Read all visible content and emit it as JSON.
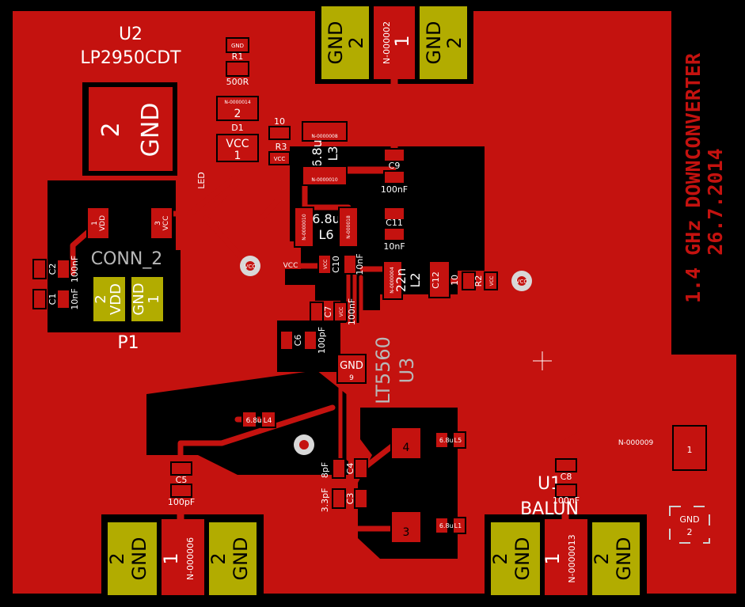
{
  "board": {
    "title_line1": "1.4 GHz DOWNCONVERTER",
    "title_line2": "26.7.2014"
  },
  "colors": {
    "background": "#000000",
    "copper": "#c4120f",
    "track": "#c4120f",
    "pad_gold": "#b2ac00",
    "pad_red": "#c4120f",
    "silkscreen": "#ffffff",
    "silk_red": "#c4120f",
    "outline": "#cfcfcf"
  },
  "components": {
    "u2": {
      "ref": "U2",
      "value": "LP2950CDT",
      "pad_num": "2",
      "pad_net": "GND",
      "led": "LED",
      "pin1_net": "VDD",
      "pin1_num": "1",
      "pin3_net": "VCC",
      "pin3_num": "3"
    },
    "r1": {
      "ref": "R1",
      "value": "500R",
      "net_a": "GND"
    },
    "d1": {
      "ref": "D1",
      "pin2": "2",
      "pin2_net": "N-0000014",
      "pin1": "1",
      "pin1_net": "VCC"
    },
    "r3": {
      "ref": "R3",
      "value": "10",
      "net": "VCC"
    },
    "l3": {
      "ref": "L3",
      "value": "6.8u",
      "net_a": "N-0000008",
      "net_b": "N-0000010"
    },
    "l6": {
      "ref": "L6",
      "value": "6.8u",
      "net_a": "N-0000010",
      "net_b": "N-000018"
    },
    "c9": {
      "ref": "C9",
      "value": "100nF"
    },
    "c11": {
      "ref": "C11",
      "value": "10nF"
    },
    "c10": {
      "ref": "C10",
      "value": "10nF",
      "net": "VCC"
    },
    "l2": {
      "ref": "L2",
      "value": "22n",
      "net": "N-0000004"
    },
    "c12": {
      "ref": "C12",
      "value": "10"
    },
    "r2": {
      "ref": "R2",
      "value": "10",
      "net": "VCC"
    },
    "conn2": {
      "ref": "CONN_2",
      "p1": "P1",
      "pin2": "2",
      "pin2_net": "VDD",
      "pin1": "1",
      "pin1_net": "GND"
    },
    "c1": {
      "ref": "C1",
      "value": "10nF"
    },
    "c2": {
      "ref": "C2",
      "value": "100nF"
    },
    "c7": {
      "ref": "C7",
      "value": "100nF"
    },
    "c6": {
      "ref": "C6",
      "value": "100pF"
    },
    "u3": {
      "ref": "U3",
      "value": "LT5560",
      "pad": "GND",
      "pad_num": "9"
    },
    "l4": {
      "ref": "L4",
      "value": "6.8u"
    },
    "c5": {
      "ref": "C5",
      "value": "100pF"
    },
    "c4": {
      "ref": "C4",
      "value": "8pF"
    },
    "c3": {
      "ref": "C3",
      "value": "3.3pF"
    },
    "l5": {
      "ref": "L5",
      "value": "6.8u"
    },
    "l1": {
      "ref": "L1",
      "value": "6.8u"
    },
    "u1": {
      "ref": "U1",
      "value": "BALUN",
      "net": "N-000009",
      "pin1": "1",
      "gnd": "GND",
      "gnd_num": "2"
    },
    "c8": {
      "ref": "C8",
      "value": "100nF"
    }
  },
  "nets": {
    "vcc": "VCC",
    "gnd": "GND",
    "vdd": "VDD",
    "n2": "N-000002",
    "n6": "N-000006",
    "n13": "N-0000013"
  },
  "connectors": {
    "top": {
      "gnd": "GND",
      "gnd_num": "2",
      "sig_num": "1",
      "sig_net": "N-000002"
    },
    "bottom_left": {
      "gnd": "GND",
      "gnd_num": "2",
      "sig_num": "1",
      "sig_net": "N-000006"
    },
    "bottom_right": {
      "gnd": "GND",
      "gnd_num": "2",
      "sig_num": "1",
      "sig_net": "N-0000013"
    }
  },
  "pads": {
    "p4": "4",
    "p3": "3",
    "p1": "1",
    "p2": "2"
  }
}
